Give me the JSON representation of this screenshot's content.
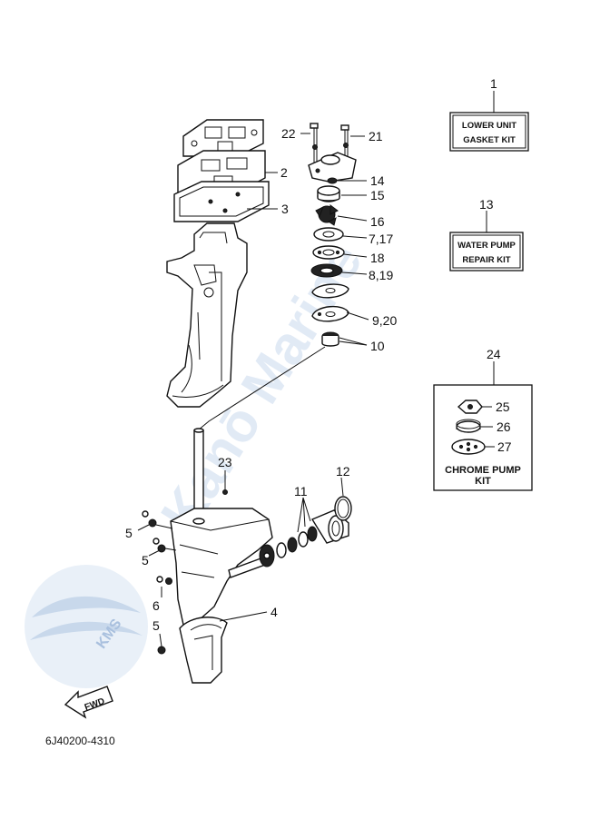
{
  "watermark": {
    "text": "Kanō Marine",
    "logo_text": "KMS",
    "color": "#c9d9ee"
  },
  "kits": {
    "lower_unit_gasket": {
      "number": "1",
      "line1": "LOWER UNIT",
      "line2": "GASKET KIT"
    },
    "water_pump_repair": {
      "number": "13",
      "line1": "WATER PUMP",
      "line2": "REPAIR KIT"
    },
    "chrome_pump": {
      "number": "24",
      "line1": "CHROME PUMP",
      "line2": "KIT"
    }
  },
  "callouts": {
    "p2": "2",
    "p3": "3",
    "p4": "4",
    "p5a": "5",
    "p5b": "5",
    "p5c": "5",
    "p6": "6",
    "p10": "10",
    "p11": "11",
    "p12": "12",
    "p14": "14",
    "p15": "15",
    "p16": "16",
    "p18": "18",
    "p21": "21",
    "p22": "22",
    "p23": "23",
    "p25": "25",
    "p26": "26",
    "p27": "27",
    "p7_17": "7,17",
    "p8_19": "8,19",
    "p9_20": "9,20"
  },
  "fwd_label": "FWD",
  "diagram_code": "6J40200-4310"
}
